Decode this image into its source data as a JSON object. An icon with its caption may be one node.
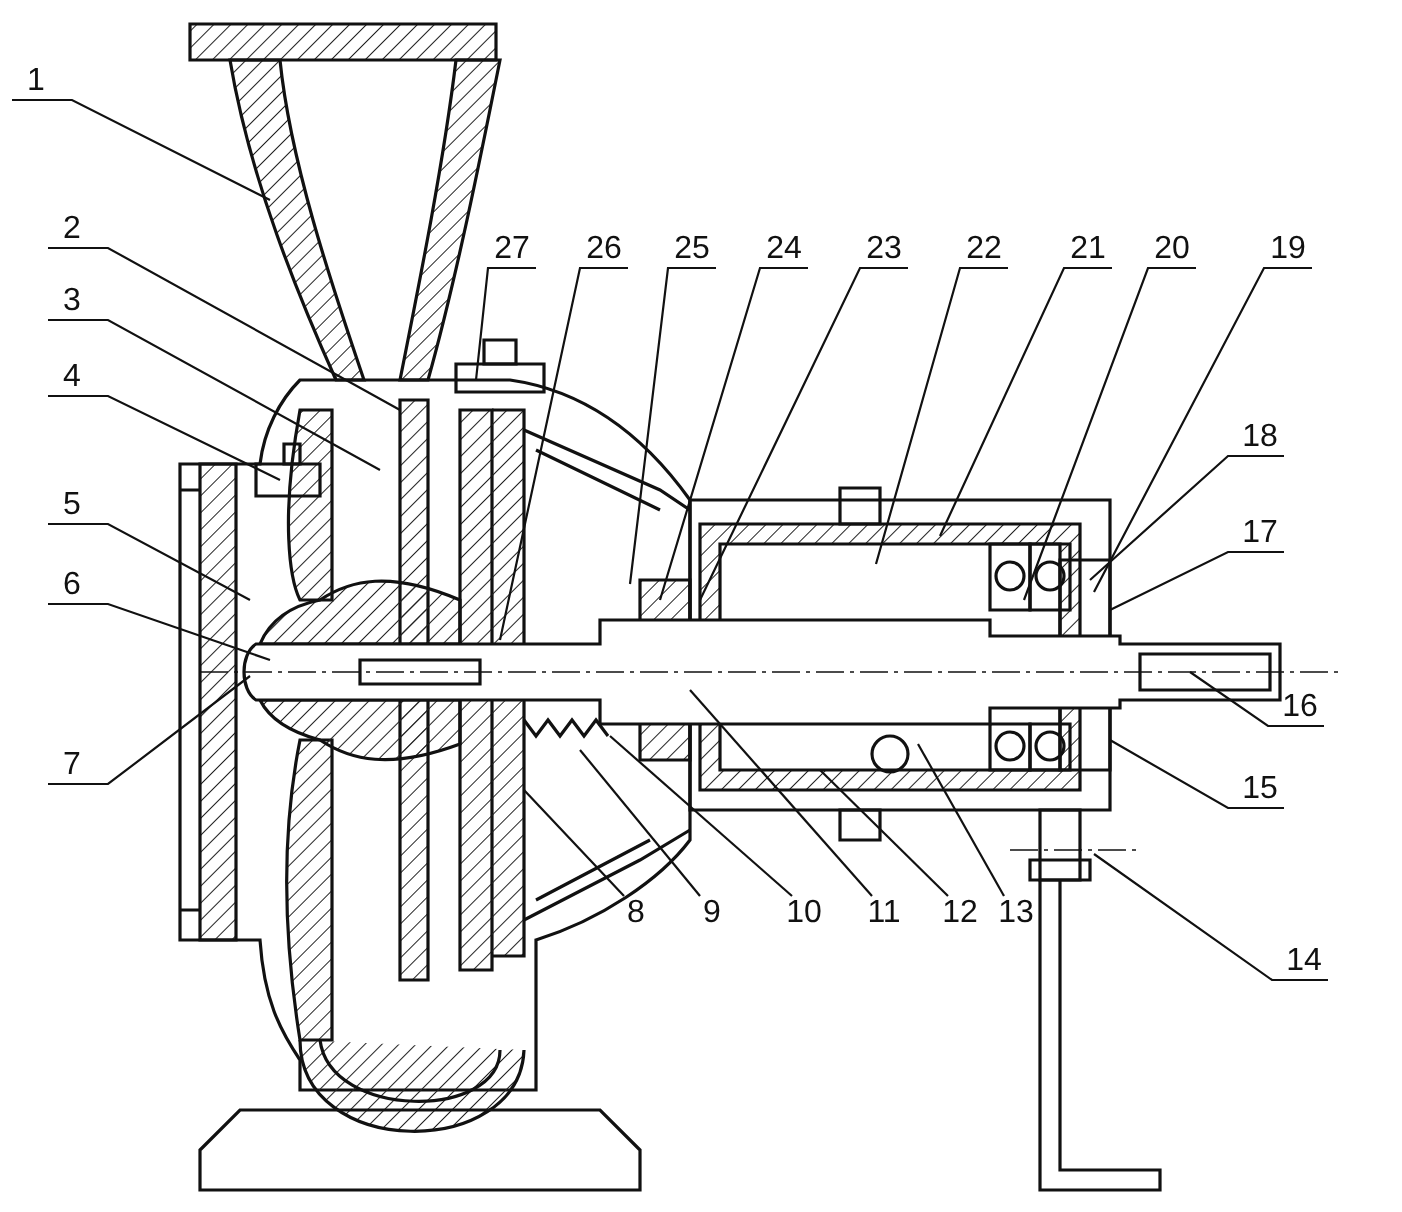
{
  "diagram": {
    "nodes": [
      {
        "text": [
          "1"
        ]
      },
      {
        "text": [
          "2"
        ]
      },
      {
        "text": [
          "3"
        ]
      },
      {
        "text": [
          "4"
        ]
      },
      {
        "text": [
          "5"
        ]
      },
      {
        "text": [
          "6"
        ]
      },
      {
        "text": [
          "7"
        ]
      },
      {
        "text": [
          "8"
        ]
      },
      {
        "text": [
          "9"
        ]
      },
      {
        "text": [
          "10"
        ]
      },
      {
        "text": [
          "11"
        ]
      },
      {
        "text": [
          "12"
        ]
      },
      {
        "text": [
          "13"
        ]
      },
      {
        "text": [
          "14"
        ]
      },
      {
        "text": [
          "15"
        ]
      },
      {
        "text": [
          "16"
        ]
      },
      {
        "text": [
          "17"
        ]
      },
      {
        "text": [
          "18"
        ]
      },
      {
        "text": [
          "19"
        ]
      },
      {
        "text": [
          "20"
        ]
      },
      {
        "text": [
          "21"
        ]
      },
      {
        "text": [
          "22"
        ]
      },
      {
        "text": [
          "23"
        ]
      },
      {
        "text": [
          "24"
        ]
      },
      {
        "text": [
          "25"
        ]
      },
      {
        "text": [
          "26"
        ]
      },
      {
        "text": [
          "27"
        ]
      }
    ],
    "edges": [
      {
        "from": 0,
        "to": null,
        "arrow": "none"
      },
      {
        "from": 1,
        "to": null,
        "arrow": "none"
      },
      {
        "from": 2,
        "to": null,
        "arrow": "none"
      },
      {
        "from": 3,
        "to": null,
        "arrow": "none"
      },
      {
        "from": 4,
        "to": null,
        "arrow": "none"
      },
      {
        "from": 5,
        "to": null,
        "arrow": "none"
      },
      {
        "from": 6,
        "to": null,
        "arrow": "none"
      },
      {
        "from": 7,
        "to": null,
        "arrow": "none"
      },
      {
        "from": 8,
        "to": null,
        "arrow": "none"
      },
      {
        "from": 9,
        "to": null,
        "arrow": "none"
      },
      {
        "from": 10,
        "to": null,
        "arrow": "none"
      },
      {
        "from": 11,
        "to": null,
        "arrow": "none"
      },
      {
        "from": 12,
        "to": null,
        "arrow": "none"
      },
      {
        "from": 13,
        "to": null,
        "arrow": "none"
      },
      {
        "from": 14,
        "to": null,
        "arrow": "none"
      },
      {
        "from": 15,
        "to": null,
        "arrow": "none"
      },
      {
        "from": 16,
        "to": null,
        "arrow": "none"
      },
      {
        "from": 17,
        "to": null,
        "arrow": "none"
      },
      {
        "from": 18,
        "to": null,
        "arrow": "none"
      },
      {
        "from": 19,
        "to": null,
        "arrow": "none"
      },
      {
        "from": 20,
        "to": null,
        "arrow": "none"
      },
      {
        "from": 21,
        "to": null,
        "arrow": "none"
      },
      {
        "from": 22,
        "to": null,
        "arrow": "none"
      },
      {
        "from": 23,
        "to": null,
        "arrow": "none"
      },
      {
        "from": 24,
        "to": null,
        "arrow": "none"
      },
      {
        "from": 25,
        "to": null,
        "arrow": "none"
      },
      {
        "from": 26,
        "to": null,
        "arrow": "none"
      }
    ]
  }
}
